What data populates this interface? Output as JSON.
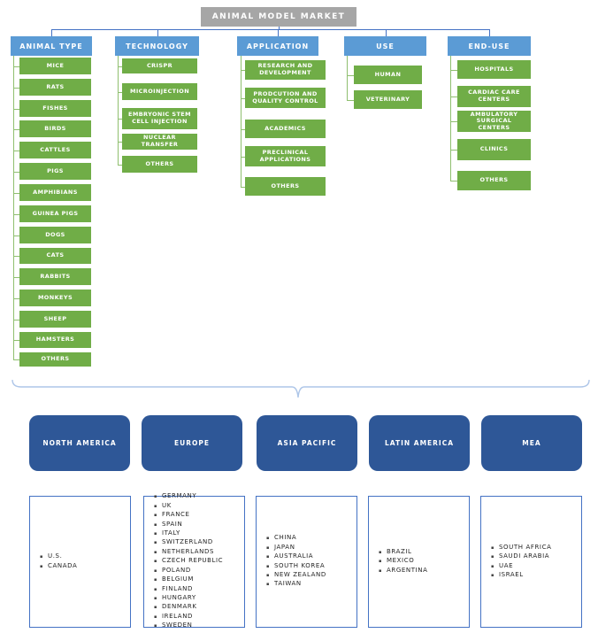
{
  "chart": {
    "title": "ANIMAL MODEL MARKET"
  },
  "columns": [
    {
      "label": "ANIMAL TYPE",
      "items": [
        "MICE",
        "RATS",
        "FISHES",
        "BIRDS",
        "CATTLES",
        "PIGS",
        "AMPHIBIANS",
        "GUINEA PIGS",
        "DOGS",
        "CATS",
        "RABBITS",
        "MONKEYS",
        "SHEEP",
        "HAMSTERS",
        "OTHERS"
      ]
    },
    {
      "label": "TECHNOLOGY",
      "items": [
        "CRISPR",
        "MICROINJECTION",
        "EMBRYONIC STEM CELL INJECTION",
        "NUCLEAR TRANSFER",
        "OTHERS"
      ]
    },
    {
      "label": "APPLICATION",
      "items": [
        "RESEARCH AND DEVELOPMENT",
        "PRODCUTION AND QUALITY CONTROL",
        "ACADEMICS",
        "PRECLINICAL APPLICATIONS",
        "OTHERS"
      ]
    },
    {
      "label": "USE",
      "items": [
        "HUMAN",
        "VETERINARY"
      ]
    },
    {
      "label": "END-USE",
      "items": [
        "HOSPITALS",
        "CARDIAC CARE CENTERS",
        "AMBULATORY SURGICAL CENTERS",
        "CLINICS",
        "OTHERS"
      ]
    }
  ],
  "regions": [
    {
      "label": "NORTH AMERICA",
      "countries": [
        "U.S.",
        "CANADA"
      ]
    },
    {
      "label": "EUROPE",
      "countries": [
        "GERMANY",
        "UK",
        "FRANCE",
        "SPAIN",
        "ITALY",
        "SWITZERLAND",
        "NETHERLANDS",
        "CZECH REPUBLIC",
        "POLAND",
        "BELGIUM",
        "FINLAND",
        "HUNGARY",
        "DENMARK",
        "IRELAND",
        "SWEDEN"
      ]
    },
    {
      "label": "ASIA PACIFIC",
      "countries": [
        "CHINA",
        "JAPAN",
        "AUSTRALIA",
        "SOUTH KOREA",
        "NEW ZEALAND",
        "TAIWAN"
      ]
    },
    {
      "label": "LATIN AMERICA",
      "countries": [
        "BRAZIL",
        "MEXICO",
        "ARGENTINA"
      ]
    },
    {
      "label": "MEA",
      "countries": [
        "SOUTH AFRICA",
        "SAUDI ARABIA",
        "UAE",
        "ISRAEL"
      ]
    }
  ],
  "colors": {
    "title_fill": "#A6A6A6",
    "header_fill": "#5B9BD5",
    "item_fill": "#70AD47",
    "region_fill": "#2E5797",
    "list_border": "#4472C4",
    "connector_blue": "#4472C4",
    "connector_green": "#8FBF6F",
    "brace": "#AEC6E8"
  }
}
